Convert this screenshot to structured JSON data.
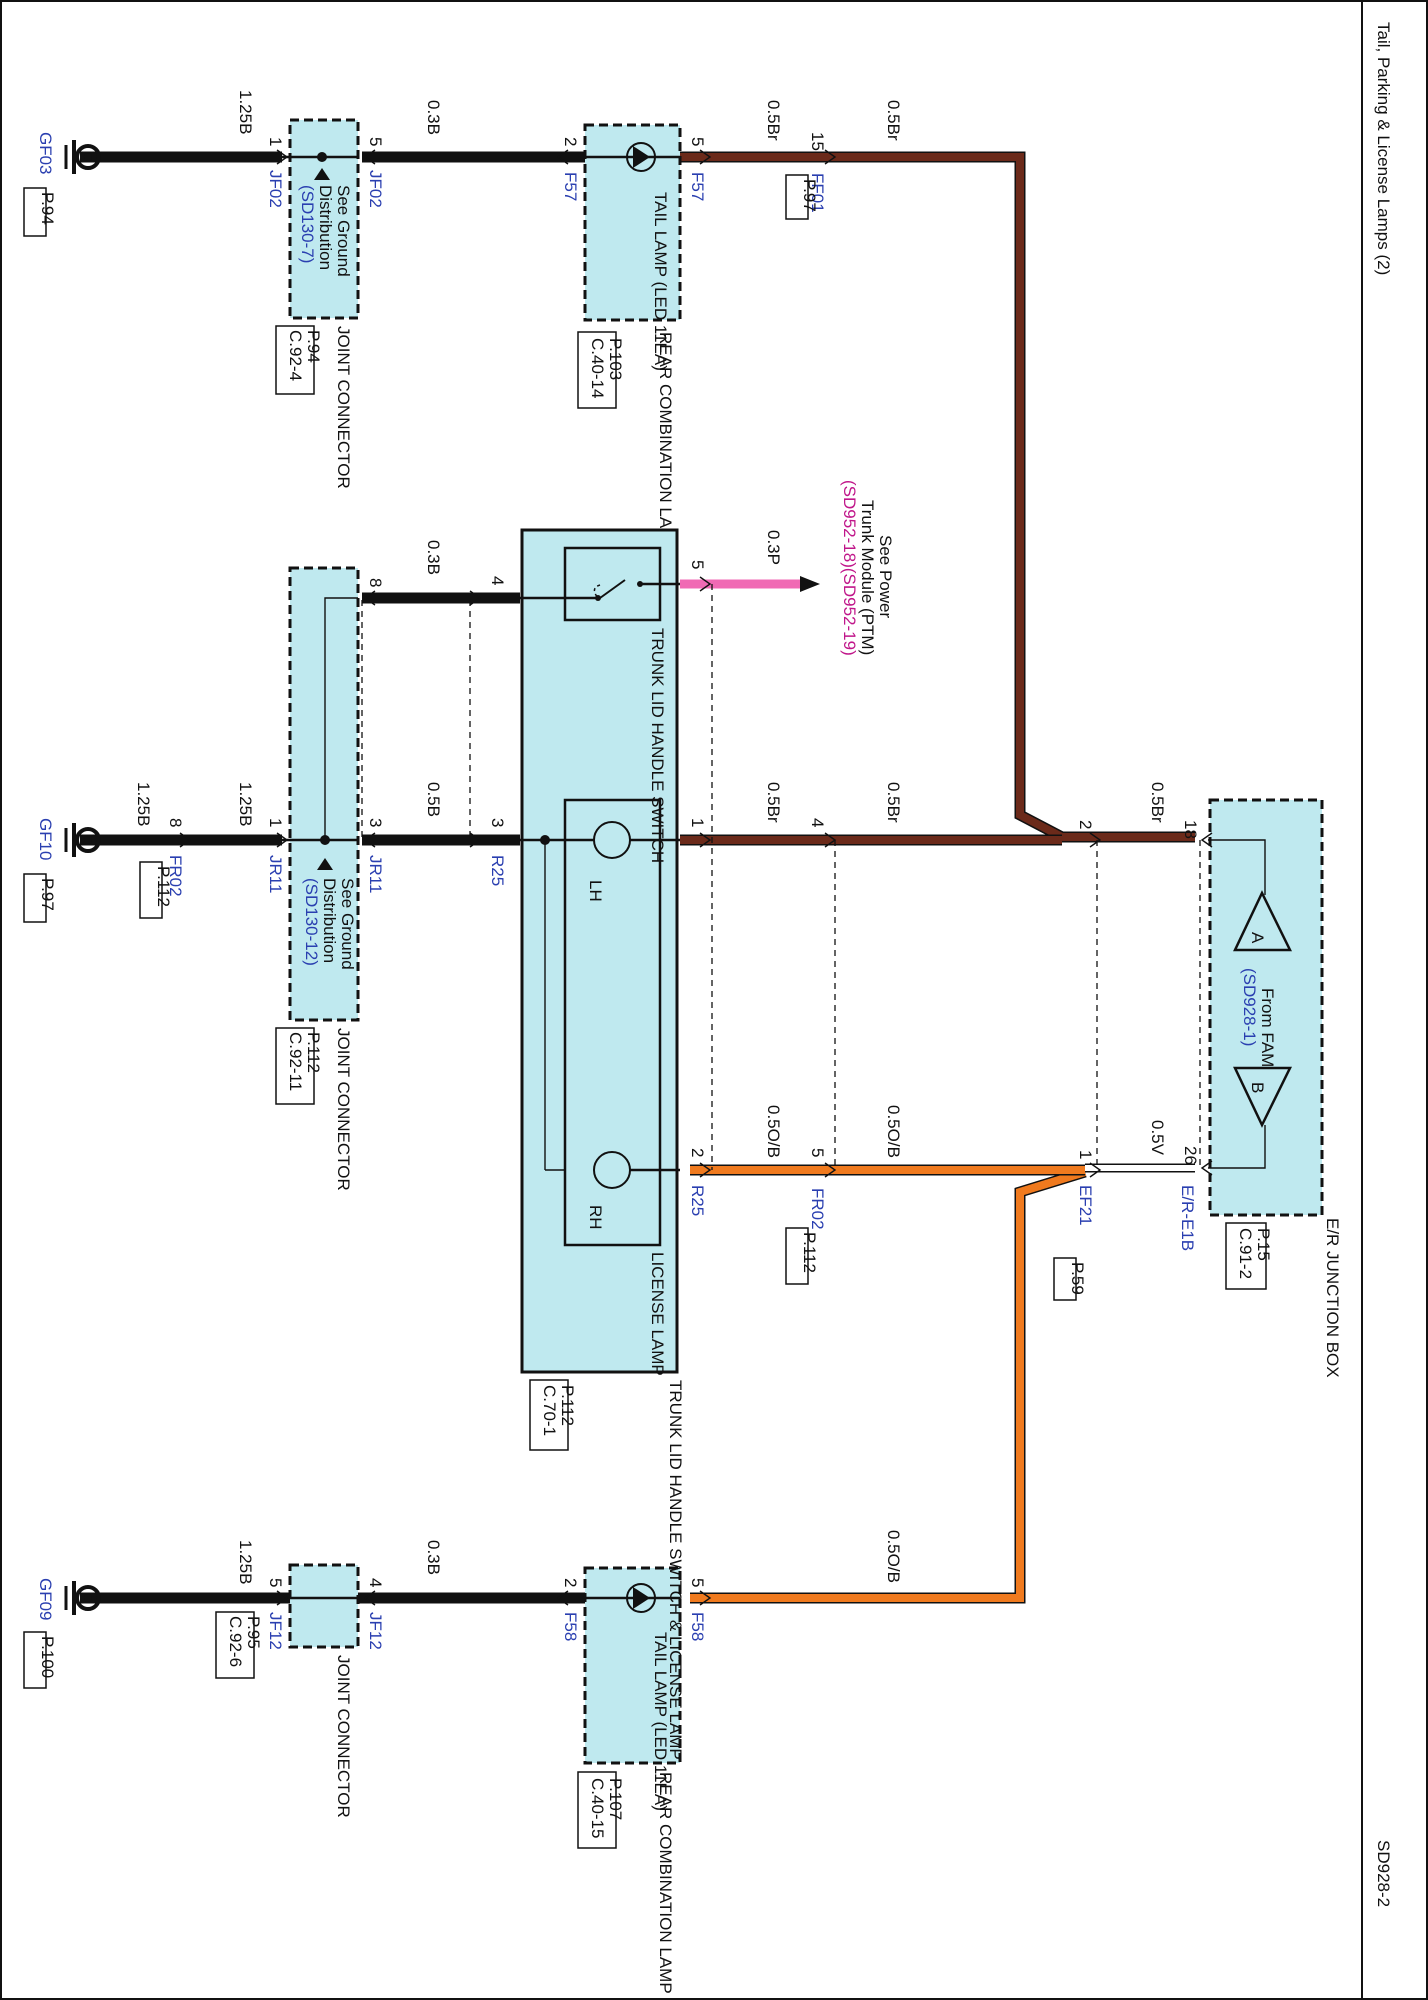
{
  "header": {
    "title": "Tail, Parking & License Lamps (2)",
    "code": "SD928-2"
  },
  "colors": {
    "black_wire": "#111111",
    "brown_wire": "#6b2a1a",
    "orange_wire": "#f07a1e",
    "pink_wire": "#f06ab4",
    "component_fill": "#bfe9ef",
    "link_text": "#2a3fb0"
  },
  "junction_box": {
    "name": "E/R JUNCTION BOX",
    "ref_page": "P.15",
    "ref_conn": "C.91-2",
    "from_label": "From FAM",
    "from_link": "(SD928-1)",
    "tri_a": "A",
    "tri_b": "B",
    "pin_18": "18",
    "pin_26": "26",
    "conn": "E/R-E1B"
  },
  "ef21": {
    "conn": "EF21",
    "page": "P.59",
    "pin_2": "2",
    "pin_1": "1"
  },
  "ff01": {
    "conn": "FF01",
    "page": "P.97",
    "pin": "15"
  },
  "fr02": {
    "conn": "FR02",
    "page": "P.112",
    "pin_4": "4",
    "pin_5": "5",
    "pin_8": "8"
  },
  "wires": {
    "w_05br": "0.5Br",
    "w_05v": "0.5V",
    "w_05ob": "0.5O/B",
    "w_03b": "0.3B",
    "w_05b": "0.5B",
    "w_125b": "1.25B",
    "w_03p": "0.3P"
  },
  "lamp_lh": {
    "name": "REAR COMBINATION LAMP LH",
    "inner": "TAIL LAMP (LED 11EA)",
    "ref_page": "P.103",
    "ref_conn": "C.40-14",
    "conn": "F57",
    "pin_5": "5",
    "pin_2": "2"
  },
  "lamp_rh": {
    "name": "REAR COMBINATION LAMP RH",
    "inner": "TAIL LAMP (LED 11EA)",
    "ref_page": "P.107",
    "ref_conn": "C.40-15",
    "conn": "F58",
    "pin_5": "5",
    "pin_2": "2"
  },
  "trunk": {
    "name": "TRUNK LID HANDLE SWITCH & LICENSE LAMP",
    "ref_page": "P.112",
    "ref_conn": "C.70-1",
    "switch_label": "TRUNK LID HANDLE SWITCH",
    "license_label": "LICENSE LAMP",
    "lh": "LH",
    "rh": "RH",
    "conn": "R25",
    "pin_1": "1",
    "pin_2": "2",
    "pin_3": "3",
    "pin_4": "4",
    "pin_5": "5"
  },
  "ptm": {
    "line1": "See Power",
    "line2": "Trunk Module (PTM)",
    "line3": "(SD952-18)(SD952-19)"
  },
  "jf02": {
    "name": "JOINT CONNECTOR",
    "conn": "JF02",
    "ref_page": "P.94",
    "ref_conn": "C.92-4",
    "see1": "See Ground",
    "see2": "Distribution",
    "see_link": "(SD130-7)",
    "pin_5": "5",
    "pin_1": "1"
  },
  "jr11": {
    "name": "JOINT CONNECTOR",
    "conn": "JR11",
    "ref_page": "P.112",
    "ref_conn": "C.92-11",
    "see1": "See Ground",
    "see2": "Distribution",
    "see_link": "(SD130-12)",
    "pin_8": "8",
    "pin_3": "3",
    "pin_1": "1"
  },
  "jf12": {
    "name": "JOINT CONNECTOR",
    "conn": "JF12",
    "ref_page": "P.95",
    "ref_conn": "C.92-6",
    "pin_4": "4",
    "pin_5": "5"
  },
  "grounds": {
    "gf03": "GF03",
    "gf03_page": "P.94",
    "gf10": "GF10",
    "gf10_page": "P.97",
    "gf09": "GF09",
    "gf09_page": "P.100"
  }
}
